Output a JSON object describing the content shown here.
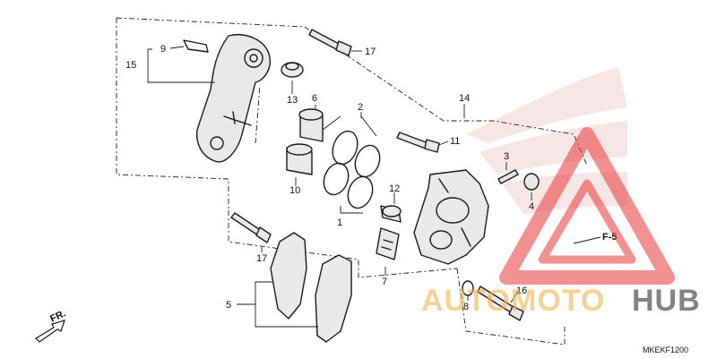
{
  "labels": {
    "p1": "1",
    "p2": "2",
    "p4": "4",
    "p5": "5",
    "p6": "6",
    "p7": "7",
    "p8": "8",
    "p9": "9",
    "p10": "10",
    "p11": "11",
    "p12": "12",
    "p13": "13",
    "p14": "14",
    "p15": "15",
    "p16": "16",
    "p17a": "17",
    "p17b": "17",
    "p3": "3"
  },
  "reference": "F-5",
  "direction": "FR.",
  "diagram_code": "MKEKF1200",
  "watermark": {
    "part1": "AUTO",
    "part2": "MOTO",
    "part3": "HUB"
  },
  "colors": {
    "watermark_orange": "#f2b34a",
    "watermark_gray": "#5a5a5a",
    "watermark_red": "#e8393a"
  }
}
